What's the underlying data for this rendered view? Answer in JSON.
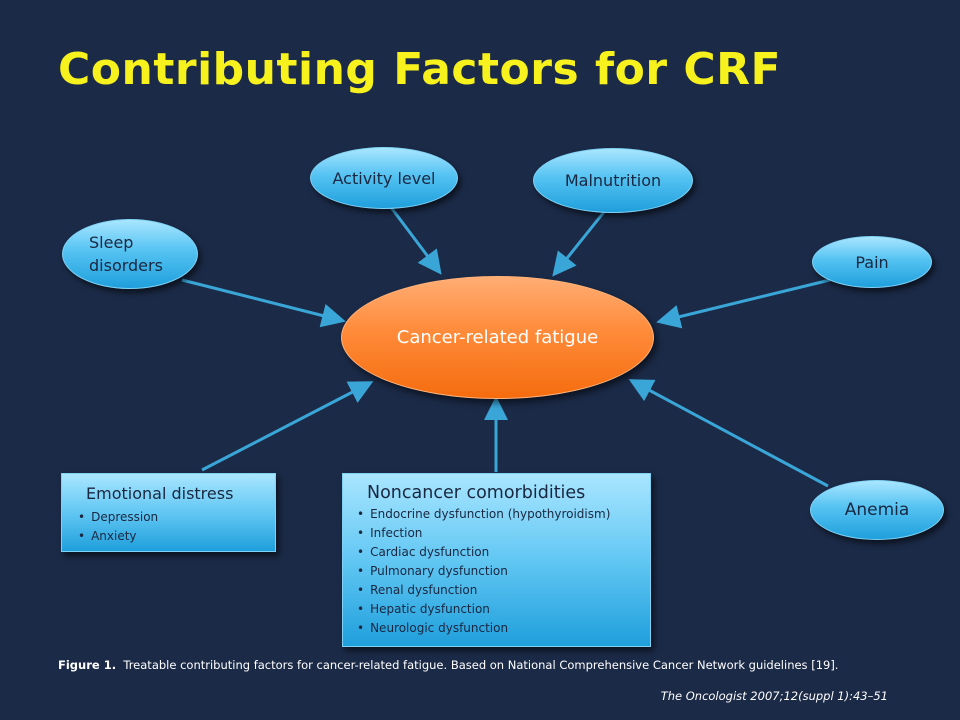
{
  "title": "Contributing Factors for CRF",
  "center": "Cancer-related fatigue",
  "factors": {
    "activity_level": "Activity level",
    "malnutrition": "Malnutrition",
    "sleep_line1": "Sleep",
    "sleep_line2": "disorders",
    "pain": "Pain",
    "anemia": "Anemia"
  },
  "emotional_distress": {
    "heading": "Emotional distress",
    "items": [
      "Depression",
      "Anxiety"
    ]
  },
  "noncancer": {
    "heading": "Noncancer comorbidities",
    "items": [
      "Endocrine dysfunction (hypothyroidism)",
      "Infection",
      "Cardiac dysfunction",
      "Pulmonary dysfunction",
      "Renal dysfunction",
      "Hepatic dysfunction",
      "Neurologic dysfunction"
    ]
  },
  "caption": {
    "label": "Figure 1.",
    "text": "Treatable contributing factors for cancer-related fatigue. Based on National Comprehensive Cancer Network guidelines [19]."
  },
  "citation": "The Oncologist 2007;12(suppl 1):43–51",
  "colors": {
    "background": "#1b2a47",
    "title": "#f7f21e",
    "arrow": "#3aa6d8",
    "center_oval": "#ff8b3a",
    "factor_oval": "#55c3f2"
  }
}
